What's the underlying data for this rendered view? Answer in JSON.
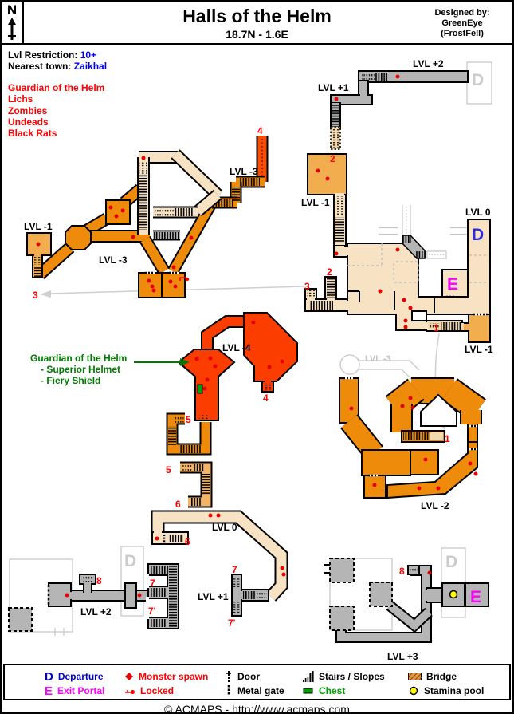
{
  "compass": {
    "letter": "N"
  },
  "header": {
    "title": "Halls of the Helm",
    "subtitle": "18.7N - 1.6E",
    "designed_by": [
      "Designed by:",
      "GreenEye",
      "(FrostFell)"
    ]
  },
  "info": {
    "restriction_label": "Lvl Restriction:",
    "restriction_value": "10+",
    "town_label": "Nearest town:",
    "town_value": "Zaikhal",
    "monsters": [
      "Guardian of the Helm",
      "Lichs",
      "Zombies",
      "Undeads",
      "Black Rats"
    ]
  },
  "callout": {
    "title": "Guardian of the Helm",
    "items": [
      "- Superior Helmet",
      "- Fiery Shield"
    ]
  },
  "colors": {
    "cream_corridor": "#f8e2c4",
    "tan_stairs": "#f2d8ae",
    "light_orange_room": "#f2ae4e",
    "mid_orange": "#ef8b0b",
    "tan_orange": "#f2b469",
    "red_orange_lvl4": "#fb3d00",
    "gray_corridor": "#b5b5b5",
    "ghost_gray": "#c8c8c8",
    "departure_blue": "#2d2dd2",
    "exit_magenta": "#ff00ff",
    "marker_red": "#ff0000",
    "chest_green": "#00a000",
    "stamina_yellow": "#ffff00",
    "link_blue": "#0000ee",
    "callout_green": "#007a00"
  },
  "map": {
    "level_labels": [
      {
        "text": "LVL +2"
      },
      {
        "text": "LVL +1"
      },
      {
        "text": "LVL -1"
      },
      {
        "text": "LVL -3"
      },
      {
        "text": "LVL -3"
      },
      {
        "text": "LVL -1"
      },
      {
        "text": "LVL 0"
      },
      {
        "text": "LVL -1"
      },
      {
        "text": "LVL -4"
      },
      {
        "text": "LVL -3"
      },
      {
        "text": "LVL -2"
      },
      {
        "text": "LVL 0"
      },
      {
        "text": "LVL +1"
      },
      {
        "text": "LVL +2"
      },
      {
        "text": "LVL +3"
      }
    ],
    "markers": [
      {
        "text": "4"
      },
      {
        "text": "2"
      },
      {
        "text": "3"
      },
      {
        "text": "3"
      },
      {
        "text": "2"
      },
      {
        "text": "1"
      },
      {
        "text": "4"
      },
      {
        "text": "5"
      },
      {
        "text": "5"
      },
      {
        "text": "6"
      },
      {
        "text": "6"
      },
      {
        "text": "7"
      },
      {
        "text": "7'"
      },
      {
        "text": "7"
      },
      {
        "text": "7'"
      },
      {
        "text": "8"
      },
      {
        "text": "8"
      },
      {
        "text": "1"
      }
    ],
    "portals": [
      {
        "letter": "D"
      },
      {
        "letter": "D"
      },
      {
        "letter": "E"
      },
      {
        "letter": "D"
      },
      {
        "letter": "D"
      },
      {
        "letter": "E"
      }
    ]
  },
  "legend": {
    "rows": [
      [
        {
          "icon": "departure-icon",
          "label": "Departure"
        },
        {
          "icon": "monster-spawn-icon",
          "label": "Monster spawn"
        },
        {
          "icon": "door-icon",
          "label": "Door"
        },
        {
          "icon": "stairs-icon",
          "label": "Stairs / Slopes"
        },
        {
          "icon": "bridge-icon",
          "label": "Bridge"
        }
      ],
      [
        {
          "icon": "exit-portal-icon",
          "label": "Exit Portal"
        },
        {
          "icon": "locked-icon",
          "label": "Locked"
        },
        {
          "icon": "metal-gate-icon",
          "label": "Metal gate"
        },
        {
          "icon": "chest-icon",
          "label": "Chest"
        },
        {
          "icon": "stamina-pool-icon",
          "label": "Stamina pool"
        }
      ]
    ]
  },
  "footer": {
    "text": "© ACMAPS - http://www.acmaps.com"
  }
}
